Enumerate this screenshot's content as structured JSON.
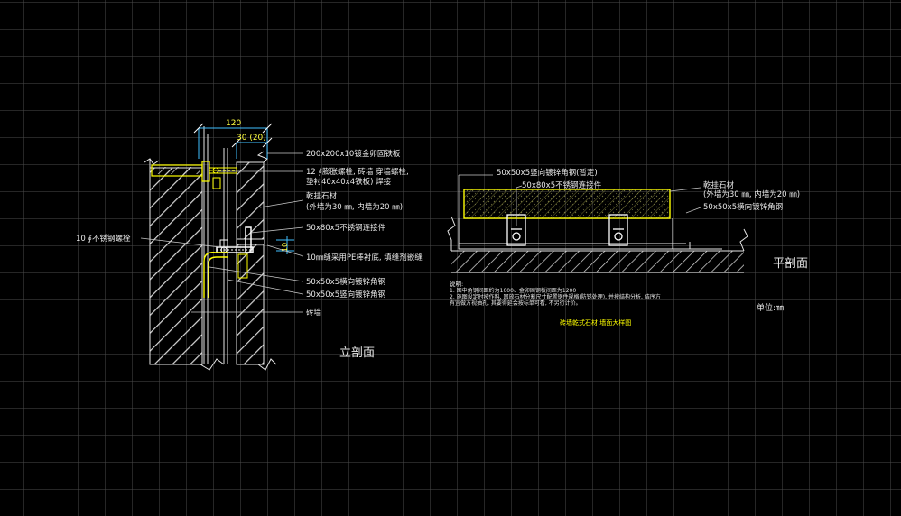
{
  "elevation": {
    "title": "立剖面",
    "dim_total": "120",
    "dim_sub": "30 (20)",
    "dim_gap": "10",
    "callouts": [
      "200x200x10镀金卯固铁板",
      "12 ∮膨胀螺栓, 砖墙 穿墙螺栓,",
      "垫衬40x40x4铁板) 焊接",
      "乾挂石材",
      "(外墙为30 ㎜, 内墙为20 ㎜)",
      "50x80x5不锈钢连接件",
      "10㎜缝采用PE棒衬底, 填缝剂嵌缝",
      "50x50x5横向镀锌角钢",
      "50x50x5竖向镀锌角钢",
      "砖墙"
    ],
    "left_callout": "10 ∮不锈钢螺栓"
  },
  "plan": {
    "title": "平剖面",
    "callouts": [
      "50x50x5竖向镀锌角钢(暂定)",
      "50x80x5不锈钢连接件",
      "乾挂石材",
      "(外墙为30 ㎜, 内墙为20 ㎜)",
      "50x50x5横向镀锌角钢"
    ]
  },
  "notes": {
    "heading": "说明:",
    "lines": [
      "1. 图中角钢间距约为1000、金卯固钢板间距为1200",
      "2. 施图设定时按作料, 回放石材分割尺寸配置钢件规格(防锈处理), 并按结构分析, 结序方",
      "   有宜做方视抽孔, 其要得延会按标单可看, 不另行计价。"
    ],
    "unit": "单位:㎜",
    "drawing_title": "砖墙乾式石材 墙面大样图"
  },
  "colors": {
    "line": "#e6e6e6",
    "hatch": "#d8d8d8",
    "yellow": "#ffff00",
    "dimension": "#ffff40",
    "connector": "#ffffff",
    "leader": "#c8c8c8"
  }
}
